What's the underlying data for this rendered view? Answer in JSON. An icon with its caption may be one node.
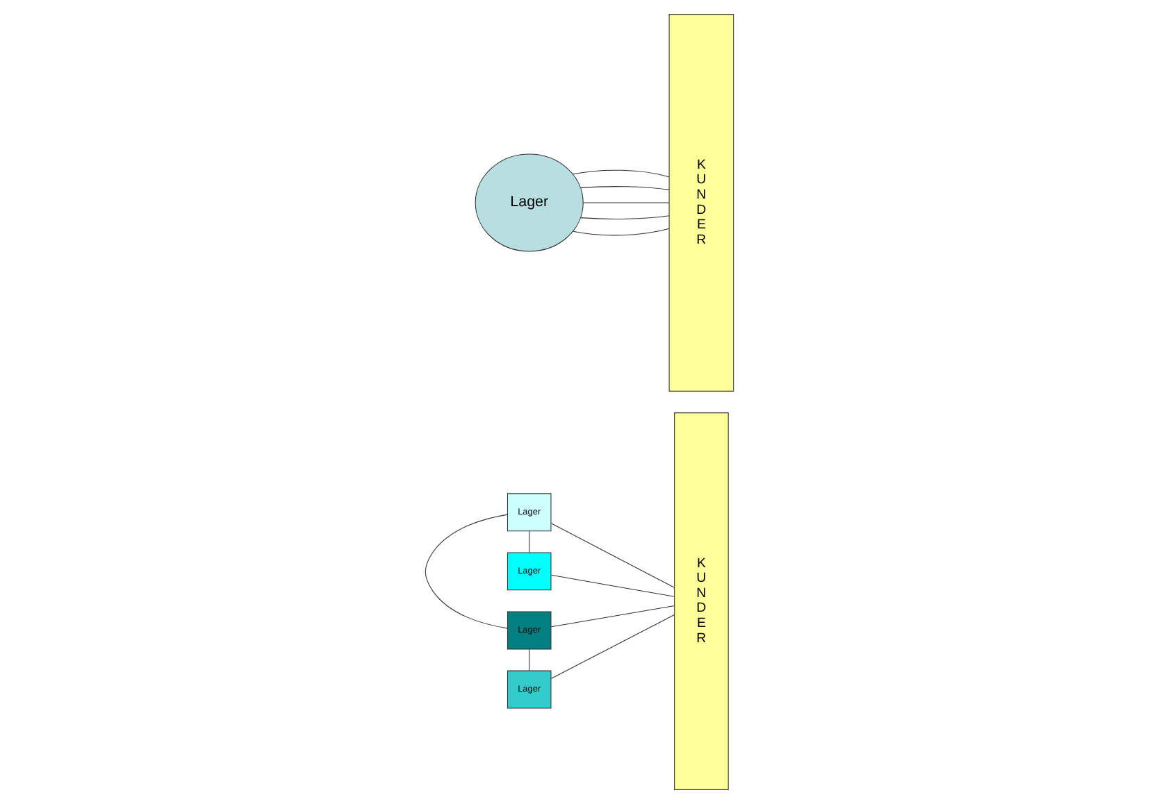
{
  "diagram": {
    "nodes": [
      {
        "text": [
          "K U N D E R"
        ]
      },
      {
        "text": [
          "Lager"
        ]
      },
      {
        "text": [
          "Lager"
        ]
      },
      {
        "text": [
          "Lager"
        ]
      },
      {
        "text": [
          "Lager"
        ]
      },
      {
        "text": [
          "Lager"
        ]
      },
      {
        "text": [
          "K U N D E R"
        ]
      }
    ],
    "edges": [
      {
        "from": 1,
        "to": 0,
        "arrow": "none"
      },
      {
        "from": 2,
        "to": 0,
        "arrow": "none"
      },
      {
        "from": 3,
        "to": 0,
        "arrow": "none"
      },
      {
        "from": 4,
        "to": 0,
        "arrow": "none"
      },
      {
        "from": 1,
        "to": 2,
        "arrow": "none"
      },
      {
        "from": 3,
        "to": 4,
        "arrow": "none"
      },
      {
        "from": 1,
        "to": 4,
        "arrow": "none"
      },
      {
        "from": 5,
        "to": 6,
        "arrow": "none"
      },
      {
        "from": 5,
        "to": 6,
        "arrow": "none"
      },
      {
        "from": 5,
        "to": 6,
        "arrow": "none"
      },
      {
        "from": 5,
        "to": 6,
        "arrow": "none"
      },
      {
        "from": 5,
        "to": 6,
        "arrow": "none"
      }
    ]
  }
}
